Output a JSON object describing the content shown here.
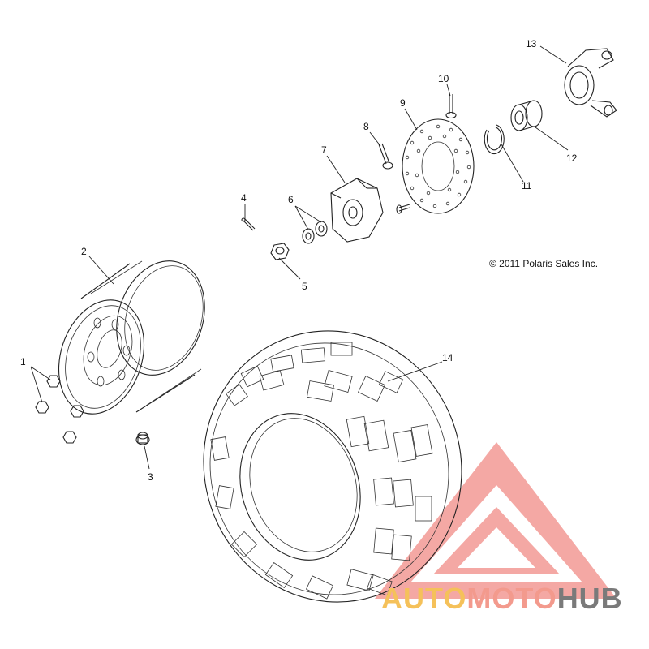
{
  "diagram": {
    "callouts": {
      "c1": "1",
      "c2": "2",
      "c3": "3",
      "c4": "4",
      "c5": "5",
      "c6": "6",
      "c7": "7",
      "c8": "8",
      "c9": "9",
      "c10": "10",
      "c11": "11",
      "c12": "12",
      "c13": "13",
      "c14": "14"
    },
    "copyright": "© 2011 Polaris Sales Inc."
  },
  "watermark": {
    "part1": "AUTO",
    "part2": "MOTO",
    "part3": "HUB",
    "colors": {
      "auto": "#f5c15a",
      "moto": "#f39a8d",
      "hub": "#7a7a7a",
      "logo": "#f39a95"
    }
  }
}
